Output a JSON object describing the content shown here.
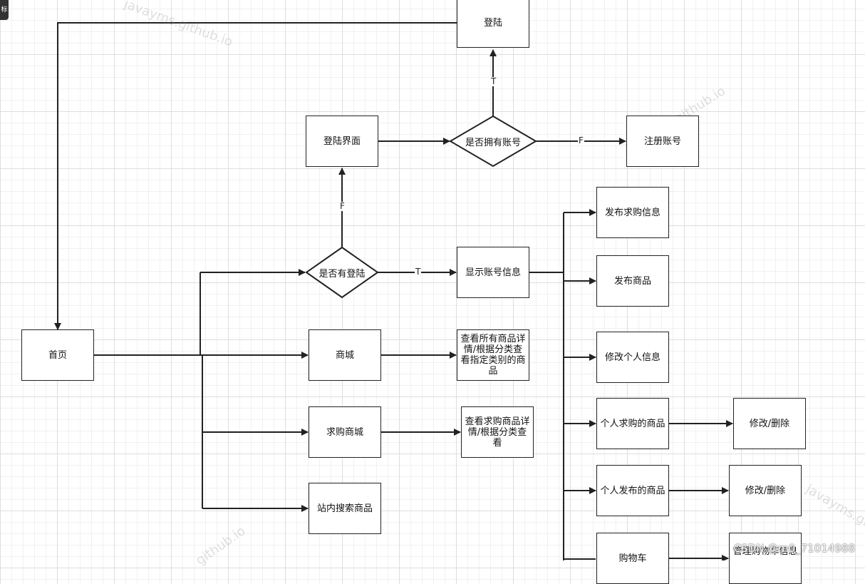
{
  "corner_tab": "标",
  "nodes": {
    "login": "登陆",
    "login_ui": "登陆界面",
    "has_account": "是否拥有账号",
    "register": "注册账号",
    "is_logged_in": "是否有登陆",
    "show_account": "显示账号信息",
    "home": "首页",
    "mall": "商城",
    "view_all": "查看所有商品详情/根据分类查看指定类别的商品",
    "wanted_mall": "求购商城",
    "view_wanted": "查看求购商品详情/根据分类查看",
    "site_search": "站内搜索商品",
    "post_wanted": "发布求购信息",
    "post_goods": "发布商品",
    "edit_profile": "修改个人信息",
    "my_wanted": "个人求购的商品",
    "edit_del_1": "修改/删除",
    "my_posted": "个人发布的商品",
    "edit_del_2": "修改/删除",
    "cart": "购物车",
    "manage_cart": "管理购物车信息"
  },
  "edge_labels": {
    "has_account_true": "T",
    "has_account_false": "F",
    "logged_in_false": "F",
    "logged_in_true": "T"
  },
  "watermarks": [
    "javayms.github.io",
    "javayms.github.io",
    "javayms.githu",
    "github.io"
  ],
  "credit": "CSDN @m0_71014988"
}
